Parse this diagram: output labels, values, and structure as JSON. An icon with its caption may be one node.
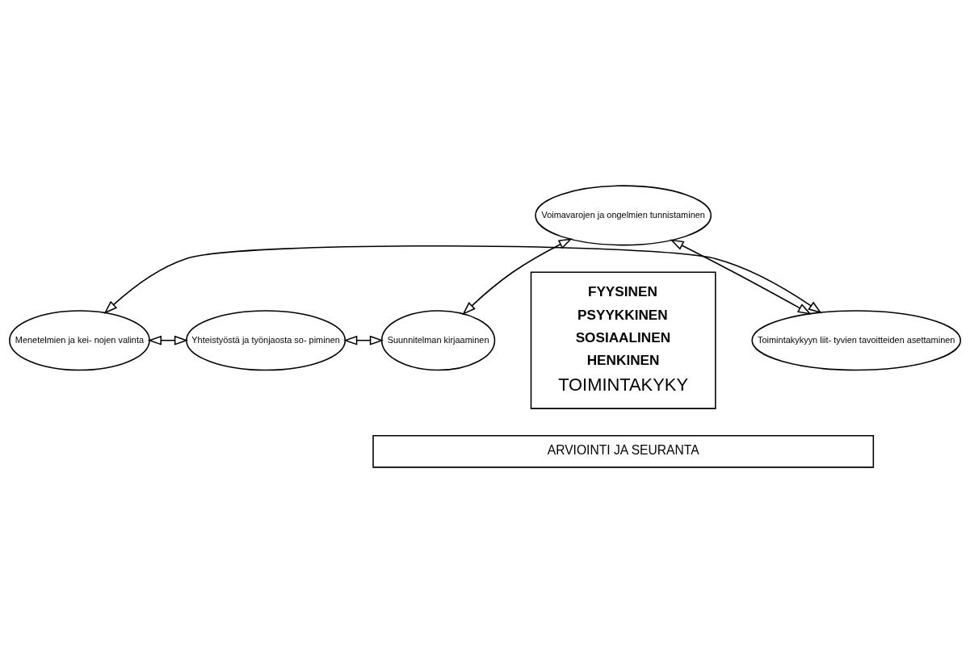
{
  "diagram": {
    "nodes": [
      {
        "text": [
          "FYYSINEN",
          "PSYYKKINEN",
          "SOSIAALINEN",
          "HENKINEN",
          "TOIMINTAKYKY"
        ]
      },
      {
        "text": [
          "Voimavarojen ja ongelmien tunnistaminen"
        ]
      },
      {
        "text": [
          "Toimintakykyyn liit- tyvien tavoitteiden asettaminen"
        ]
      },
      {
        "text": [
          "Menetelmien ja kei- nojen valinta"
        ]
      },
      {
        "text": [
          "Yhteistyöstä ja työnjaosta so- piminen"
        ]
      },
      {
        "text": [
          "Suunnitelman kirjaaminen"
        ]
      },
      {
        "text": [
          "ARVIOINTI JA SEURANTA"
        ]
      }
    ],
    "edges": [
      {
        "from": 5,
        "to": 1,
        "arrow": "both"
      },
      {
        "from": 1,
        "to": 2,
        "arrow": "both"
      },
      {
        "from": 2,
        "to": 3,
        "arrow": "both"
      },
      {
        "from": 3,
        "to": 4,
        "arrow": "both"
      },
      {
        "from": 4,
        "to": 5,
        "arrow": "both"
      }
    ]
  }
}
